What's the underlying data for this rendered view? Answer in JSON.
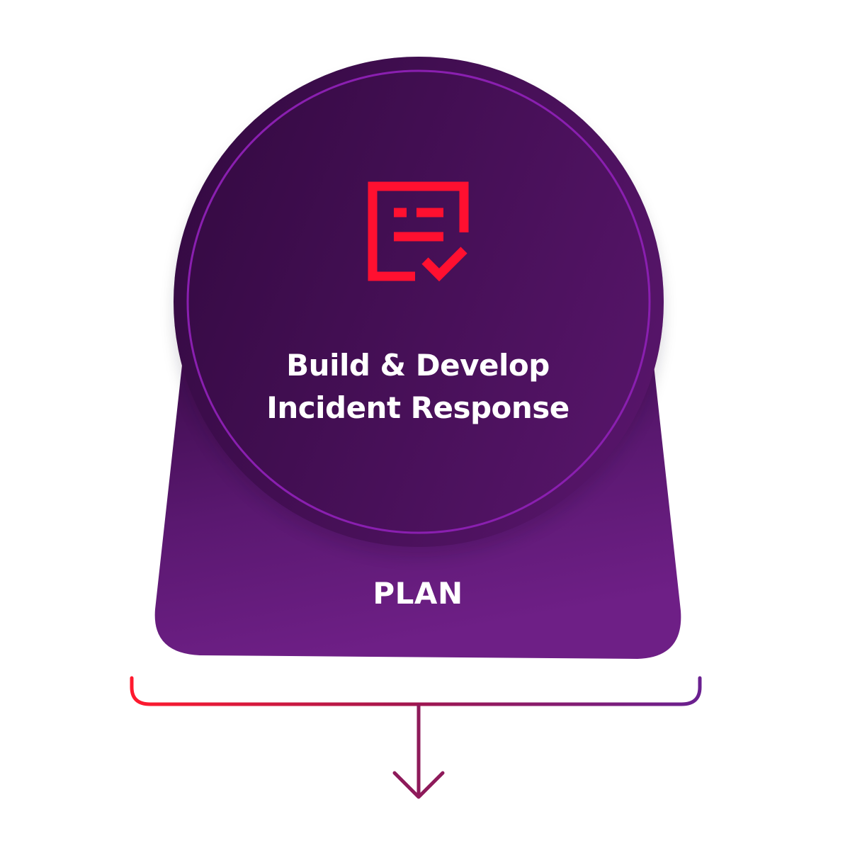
{
  "card": {
    "title_line1": "Build & Develop",
    "title_line2": "Incident Response",
    "label": "PLAN"
  },
  "icon": {
    "name": "checklist-document-icon",
    "color": "#ff1030"
  },
  "colors": {
    "circle_dark": "#3a0a48",
    "circle_light": "#57156a",
    "circle_ring": "#8a1fb0",
    "base_dark": "#3e0c4d",
    "base_light": "#6e1f86",
    "bracket_left": "#ff1a2e",
    "bracket_right": "#6a2090",
    "arrow": "#8e1a5a"
  }
}
